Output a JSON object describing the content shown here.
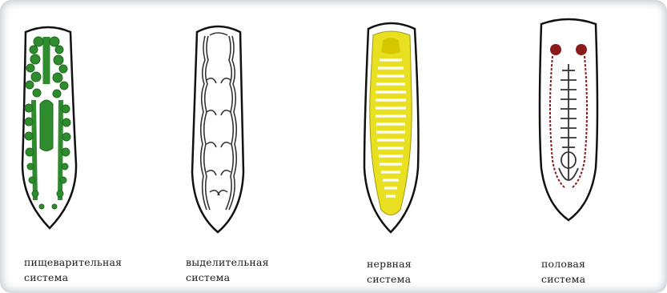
{
  "panels": [
    {
      "label_line1": "пищеварительная",
      "label_line2": "система",
      "color": "#2e8b2e"
    },
    {
      "label_line1": "выделительная",
      "label_line2": "система",
      "color": "#555555"
    },
    {
      "label_line1": "нервная",
      "label_line2": "система",
      "color": "#e8e020"
    },
    {
      "label_line1": "половая",
      "label_line2": "система",
      "color": "#8b1a1a"
    }
  ]
}
